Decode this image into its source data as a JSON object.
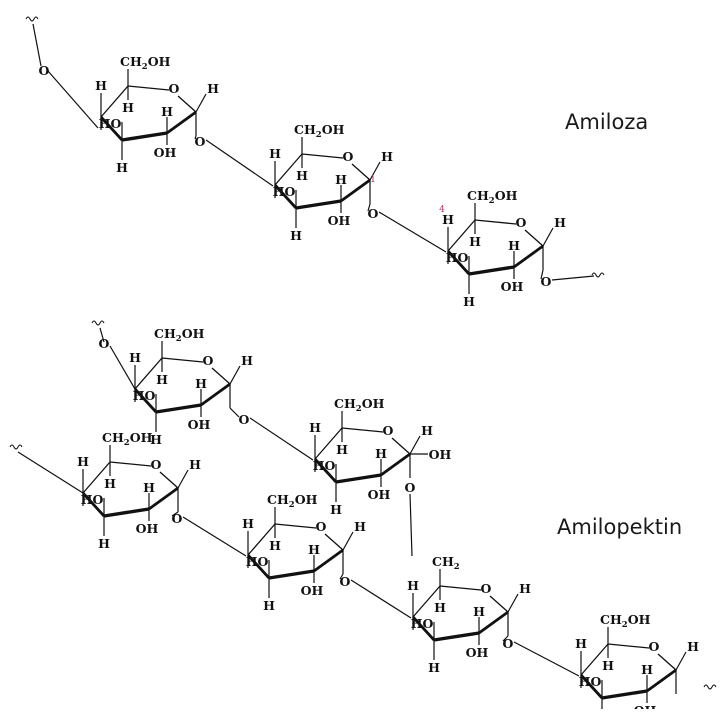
{
  "captions": {
    "top": "Amiloza",
    "bottom": "Amilopektin"
  },
  "labels": {
    "ch2oh": "CH2OH",
    "ch2": "CH2",
    "ring_o": "O",
    "link_o": "O",
    "h": "H",
    "ho": "HO",
    "oh": "OH",
    "c1": "1",
    "c4": "4"
  },
  "colors": {
    "ink": "#111111",
    "carbon_number": "#b0306a"
  }
}
